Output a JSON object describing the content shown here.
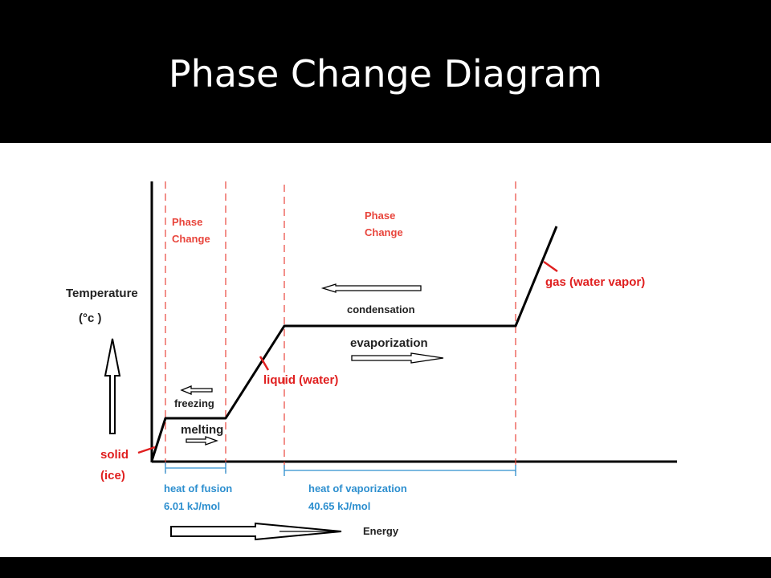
{
  "slide": {
    "title": "Phase Change Diagram"
  },
  "diagram": {
    "y_axis_label_line1": "Temperature",
    "y_axis_label_line2": "(°c )",
    "x_axis_label": "Energy",
    "phase_change_left_line1": "Phase",
    "phase_change_left_line2": "Change",
    "phase_change_right_line1": "Phase",
    "phase_change_right_line2": "Change",
    "freezing": "freezing",
    "melting": "melting",
    "condensation": "condensation",
    "evaporization": "evaporization",
    "solid_line1": "solid",
    "solid_line2": "(ice)",
    "liquid": "liquid (water)",
    "gas": "gas (water vapor)",
    "heat_of_fusion": "heat of fusion",
    "heat_of_fusion_value": "6.01 kJ/mol",
    "heat_of_vaporization": "heat of vaporization",
    "heat_of_vaporization_value": "40.65 kJ/mol"
  },
  "colors": {
    "phase_text": "#e8453c",
    "label_red": "#e02020",
    "blue": "#2d8fcf",
    "curve": "#000000"
  }
}
